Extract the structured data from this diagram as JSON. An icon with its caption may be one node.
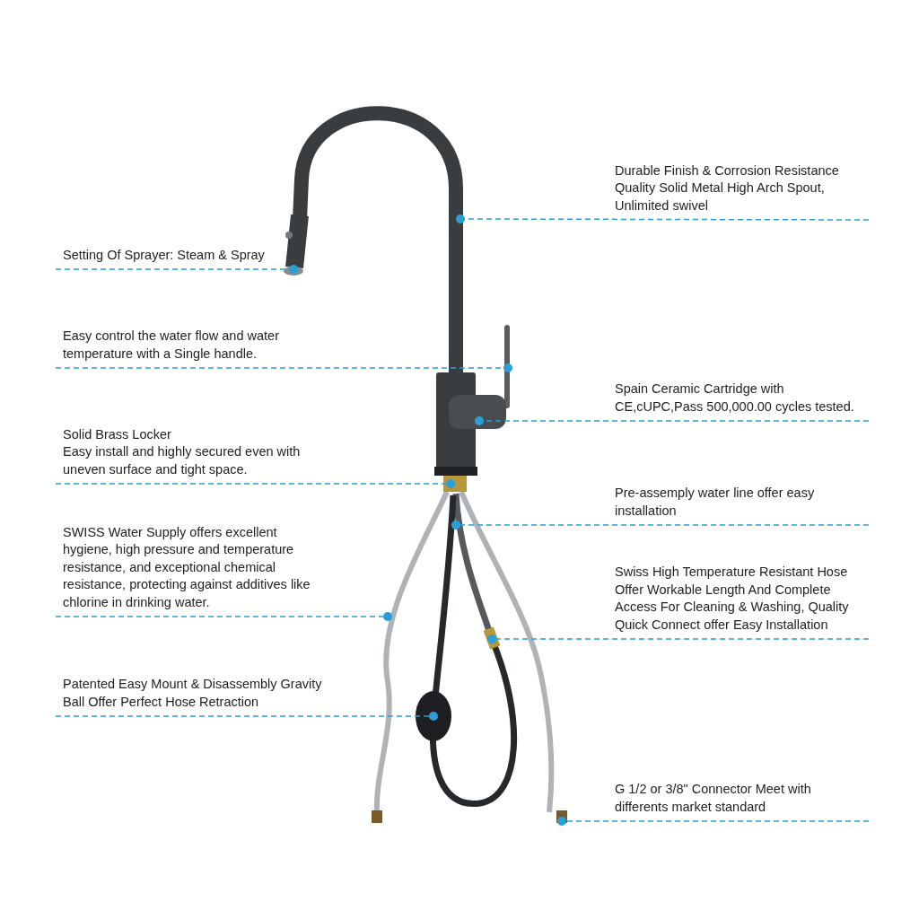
{
  "diagram": {
    "nodes": [
      {
        "text": [
          "Durable Finish & Corrosion Resistance Quality Solid Metal High Arch Spout, Unlimited swivel"
        ]
      },
      {
        "text": [
          "Setting Of Sprayer: Steam & Spray"
        ]
      },
      {
        "text": [
          "Easy control the water flow and water temperature with a Single handle."
        ]
      },
      {
        "text": [
          "Spain Ceramic Cartridge with CE,cUPC,Pass 500,000.00 cycles tested."
        ]
      },
      {
        "text": [
          "Solid Brass Locker",
          "Easy install and highly secured even with uneven surface and tight space."
        ]
      },
      {
        "text": [
          "Pre-assemply water line offer easy installation"
        ]
      },
      {
        "text": [
          "SWISS Water Supply offers excellent hygiene, high pressure and temperature resistance, and exceptional chemical resistance, protecting against additives like chlorine in drinking water."
        ]
      },
      {
        "text": [
          "Swiss High Temperature Resistant Hose Offer Workable Length And Complete Access For Cleaning & Washing, Quality Quick Connect offer Easy Installation"
        ]
      },
      {
        "text": [
          "Patented Easy Mount & Disassembly Gravity Ball Offer Perfect Hose Retraction"
        ]
      },
      {
        "text": [
          "G 1/2 or 3/8\" Connector Meet with differents market standard"
        ]
      }
    ],
    "edges": [
      {
        "from": 0,
        "to": null,
        "arrow": "other",
        "style": "dashed"
      },
      {
        "from": 1,
        "to": null,
        "arrow": "other",
        "style": "dashed"
      },
      {
        "from": 2,
        "to": null,
        "arrow": "other",
        "style": "dashed"
      },
      {
        "from": 3,
        "to": null,
        "arrow": "other",
        "style": "dashed"
      },
      {
        "from": 4,
        "to": null,
        "arrow": "other",
        "style": "dashed"
      },
      {
        "from": 5,
        "to": null,
        "arrow": "other",
        "style": "dashed"
      },
      {
        "from": 6,
        "to": null,
        "arrow": "other",
        "style": "dashed"
      },
      {
        "from": 7,
        "to": null,
        "arrow": "other",
        "style": "dashed"
      },
      {
        "from": 8,
        "to": null,
        "arrow": "other",
        "style": "dashed"
      },
      {
        "from": 9,
        "to": null,
        "arrow": "other",
        "style": "dashed"
      }
    ]
  }
}
